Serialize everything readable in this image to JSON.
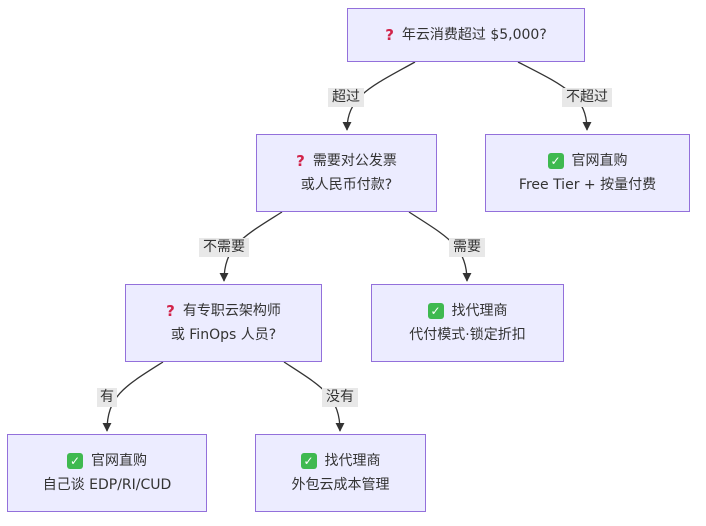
{
  "colors": {
    "node_fill": "#ECECFF",
    "node_border": "#9370DB",
    "edge": "#333333",
    "label_bg": "#e8e8e8",
    "question_icon": "#d1244a",
    "check_icon": "#3fb950"
  },
  "nodes": {
    "q1": {
      "icon": "question-icon",
      "line1": "年云消费超过 $5,000?"
    },
    "q2": {
      "icon": "question-icon",
      "line1": "需要对公发票",
      "line2": "或人民币付款?"
    },
    "q3": {
      "icon": "question-icon",
      "line1": "有专职云架构师",
      "line2": "或 FinOps 人员?"
    },
    "r_direct_small": {
      "icon": "check-icon",
      "line1": "官网直购",
      "line2": "Free Tier + 按量付费"
    },
    "r_reseller_invoice": {
      "icon": "check-icon",
      "line1": "找代理商",
      "line2": "代付模式·锁定折扣"
    },
    "r_direct_edp": {
      "icon": "check-icon",
      "line1": "官网直购",
      "line2": "自己谈 EDP/RI/CUD"
    },
    "r_reseller_outsource": {
      "icon": "check-icon",
      "line1": "找代理商",
      "line2": "外包云成本管理"
    }
  },
  "edge_labels": {
    "q1_yes": "超过",
    "q1_no": "不超过",
    "q2_no": "不需要",
    "q2_yes": "需要",
    "q3_yes": "有",
    "q3_no": "没有"
  }
}
